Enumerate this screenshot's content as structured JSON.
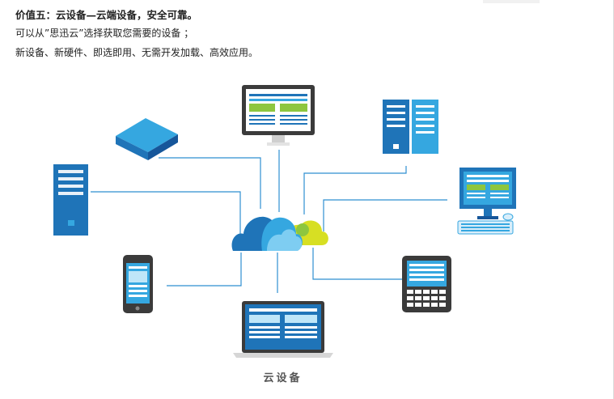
{
  "text": {
    "title": "价值五：云设备—云端设备，安全可靠。",
    "line2": "可以从”思迅云”选择获取您需要的设备 ；",
    "line3": "新设备、新硬件、即选即用、无需开发加载、高效应用。"
  },
  "diagram": {
    "caption": "云设备",
    "center_icon": "cloud-icon",
    "devices": [
      "router-box-icon",
      "tower-server-icon",
      "smartphone-icon",
      "desktop-monitor-icon",
      "server-rack-icon",
      "desktop-computer-icon",
      "pos-terminal-icon",
      "laptop-icon"
    ],
    "colors": {
      "blue": "#1f74b8",
      "dark_blue": "#16569a",
      "light_blue": "#35a7e0",
      "green": "#8dc63f",
      "yellow_green": "#d7df23",
      "connector": "#2f8fd1",
      "dark_gray": "#3b3b3b"
    }
  }
}
